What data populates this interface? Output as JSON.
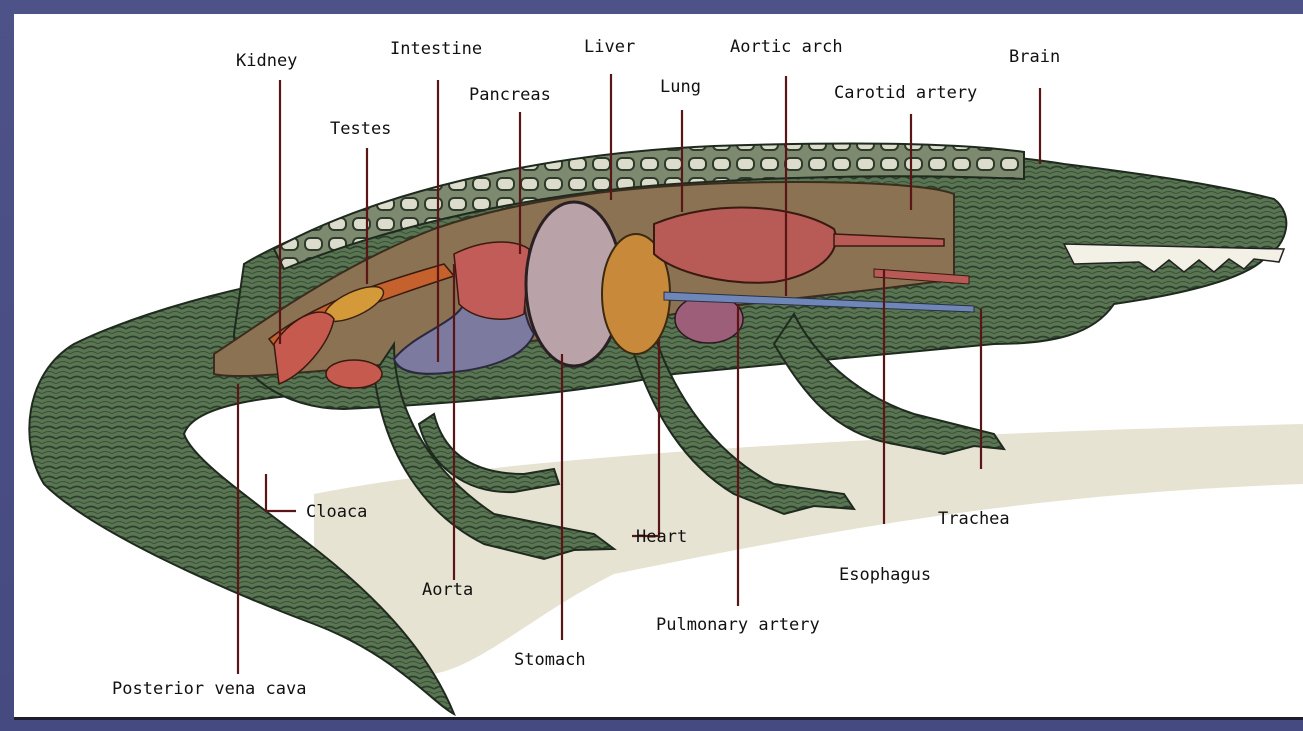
{
  "diagram": {
    "labels": {
      "kidney": "Kidney",
      "intestine": "Intestine",
      "liver": "Liver",
      "aortic_arch": "Aortic arch",
      "brain": "Brain",
      "pancreas": "Pancreas",
      "lung": "Lung",
      "carotid_artery": "Carotid artery",
      "testes": "Testes",
      "cloaca": "Cloaca",
      "heart": "Heart",
      "trachea": "Trachea",
      "esophagus": "Esophagus",
      "aorta": "Aorta",
      "pulmonary_artery": "Pulmonary artery",
      "stomach": "Stomach",
      "posterior_vena_cava": "Posterior vena cava"
    },
    "colors": {
      "frame": "#4b4f86",
      "background": "#ffffff",
      "skin": "#55704f",
      "skin_dark": "#2e4230",
      "body_cavity": "#8b7253",
      "shadow": "#e7e3d3",
      "liver": "#c88a3a",
      "lung": "#b85a55",
      "stomach": "#b9a3a8",
      "intestine": "#7c7a9e",
      "leader": "#5a1616"
    }
  }
}
